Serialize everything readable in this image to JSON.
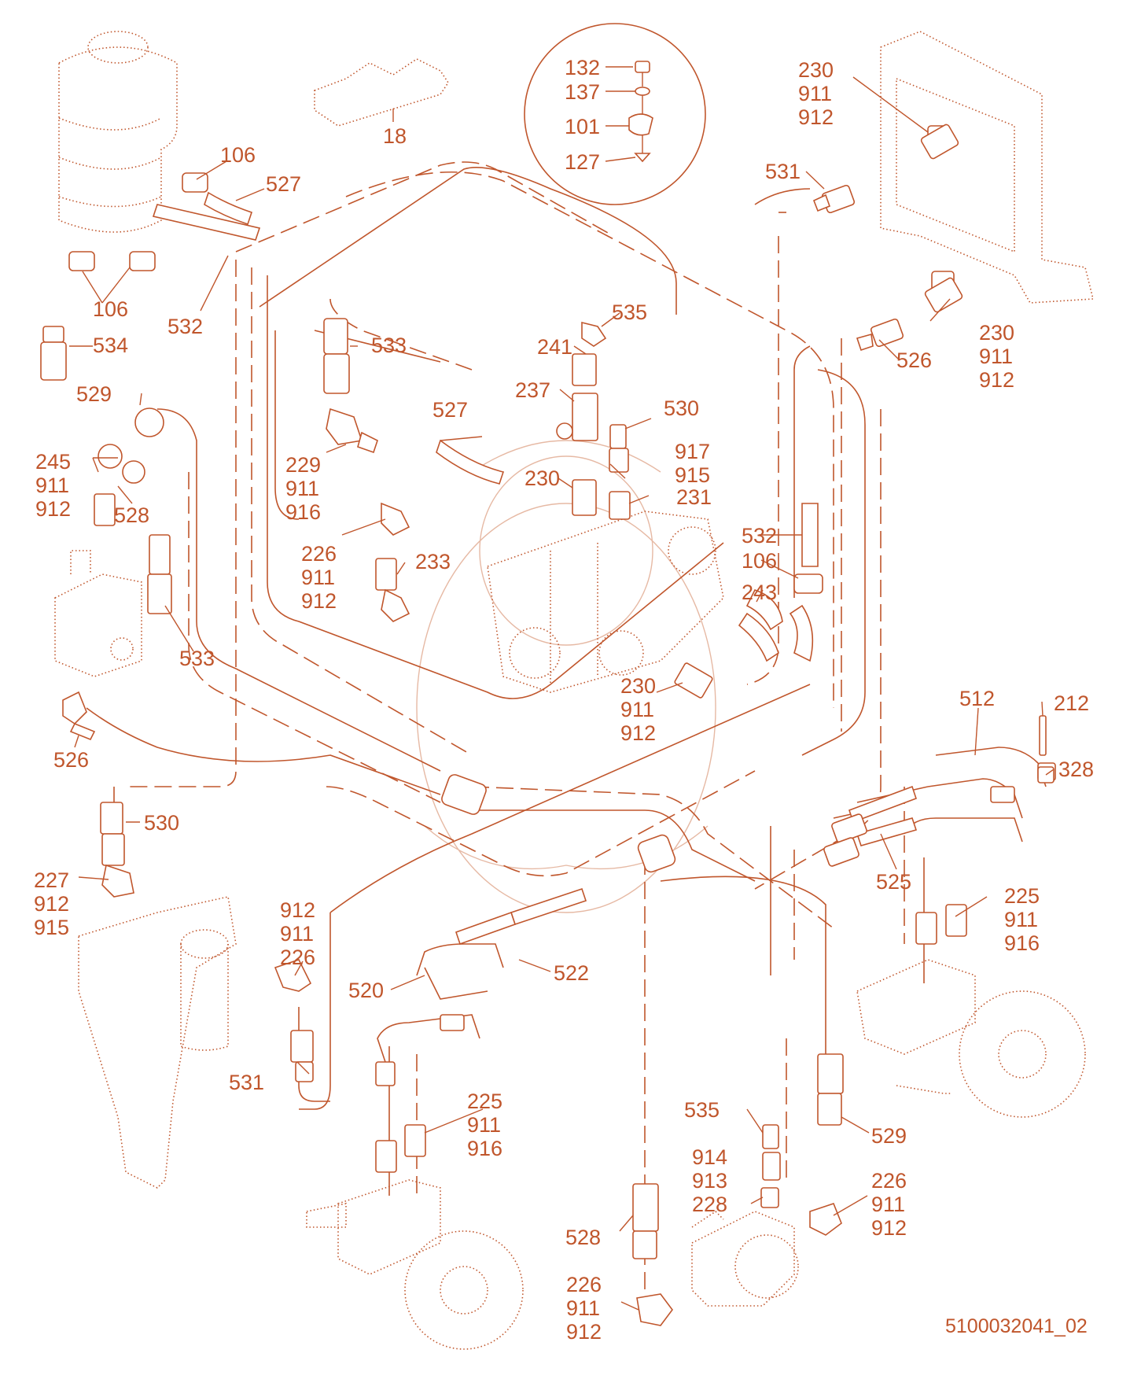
{
  "accent_color": "#c0562c",
  "background_color": "#ffffff",
  "document_id": "5100032041_02",
  "callouts": {
    "c18": "18",
    "c106_top": "106",
    "c527_top": "527",
    "c106_left": "106",
    "c532_top": "532",
    "c534": "534",
    "c533_top": "533",
    "c529_left": "529",
    "c245": "245",
    "c911_245": "911",
    "c912_245": "912",
    "c528_left": "528",
    "c229": "229",
    "c911_229": "911",
    "c916_229": "916",
    "c226_mid": "226",
    "c911_226mid": "911",
    "c912_226mid": "912",
    "c233": "233",
    "c533_left": "533",
    "c526_left": "526",
    "c530_left": "530",
    "c227": "227",
    "c912_227": "912",
    "c915_227": "915",
    "c912_531stack": "912",
    "c911_531stack": "911",
    "c226_531stack": "226",
    "c531_bottom": "531",
    "c520": "520",
    "c522": "522",
    "c225_left": "225",
    "c911_225left": "911",
    "c916_225left": "916",
    "c132": "132",
    "c137": "137",
    "c101": "101",
    "c127": "127",
    "c535_top": "535",
    "c241": "241",
    "c237": "237",
    "c527_mid": "527",
    "c530_mid": "530",
    "c917": "917",
    "c915_917": "915",
    "c230_mid": "230",
    "c231": "231",
    "c532_right": "532",
    "c106_right": "106",
    "c243": "243",
    "c230_pump": "230",
    "c911_230pump": "911",
    "c912_230pump": "912",
    "c230_top": "230",
    "c911_230top": "911",
    "c912_230top": "912",
    "c531_top": "531",
    "c230_right": "230",
    "c911_230right": "911",
    "c912_230right": "912",
    "c526_right": "526",
    "c512": "512",
    "c212": "212",
    "c328": "328",
    "c525": "525",
    "c225_right": "225",
    "c911_225right": "911",
    "c916_225right": "916",
    "c535_bottom": "535",
    "c914": "914",
    "c913": "913",
    "c228": "228",
    "c529_right": "529",
    "c226_right": "226",
    "c911_226right": "911",
    "c912_226right": "912",
    "c528_bottom": "528",
    "c226_bottom": "226",
    "c911_226bottom": "911",
    "c912_226bottom": "912"
  }
}
